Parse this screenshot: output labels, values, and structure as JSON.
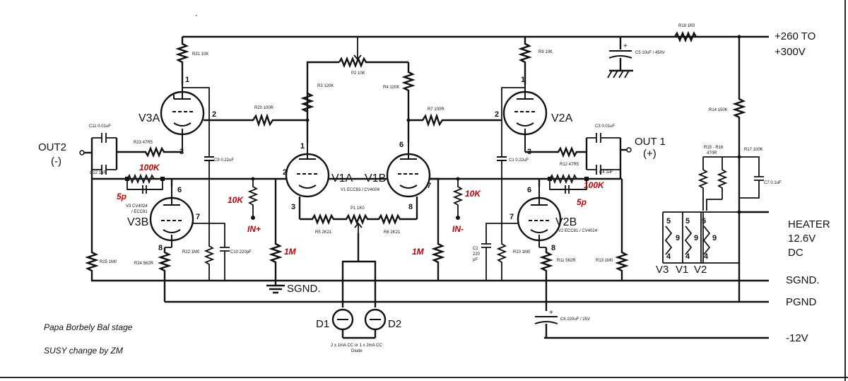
{
  "rails": {
    "hv": [
      "+260  TO",
      "+300V"
    ],
    "heater": [
      "HEATER",
      "12.6V",
      "DC"
    ],
    "sgnd": "SGND.",
    "pgnd": "PGND",
    "neg12": "-12V",
    "sgnd_local": "SGND."
  },
  "tubes": {
    "v3a": "V3A",
    "v3b": "V3B",
    "v1a": "V1A",
    "v1b": "V1B",
    "v2a": "V2A",
    "v2b": "V2B",
    "v3_note": [
      "V3 CV4024",
      "/ ECC81"
    ],
    "v1_note": "V1 ECC83 / CV4004",
    "v2_note": "V2 ECC81 / CV4024"
  },
  "pins": {
    "v3a_1": "1",
    "v3a_2": "2",
    "v3a_3": "3",
    "v3b_6": "6",
    "v3b_7": "7",
    "v3b_8": "8",
    "v1a_1": "1",
    "v1a_2": "2",
    "v1a_3": "3",
    "v1b_6": "6",
    "v1b_7": "7",
    "v1b_8": "8",
    "v2a_1": "1",
    "v2a_2": "2",
    "v2a_3": "3",
    "v2b_6": "6",
    "v2b_7": "7",
    "v2b_8": "8"
  },
  "components": {
    "r21": "R21 10K",
    "r20": "R20 100R",
    "r3": "R3 120K",
    "p2": "P2 10K",
    "r4": "R4 120K",
    "r7": "R7 100R",
    "r9": "R9 10K",
    "r18": "R18 1K0",
    "c5": "C5 10uF / 450V",
    "c11": "C11  0.01uF",
    "r23": "R23 47R5",
    "c12": "C12 1uF",
    "c9": "C9 0.22uF",
    "r25": "R25 1M0",
    "r24": "R24 562R",
    "r22": "R22 1M0",
    "c10": "C10 220pF",
    "r5": "R5 2K21",
    "p1": "P1 1K0",
    "r6": "R6 2K21",
    "c3": "C3 0.01uF",
    "r12": "R12 47R5",
    "c4": "C4 1uF",
    "c1": "C1 0.22uF",
    "c2": [
      "C2",
      "220",
      "pF"
    ],
    "r10": "R10 1M0",
    "r11": "R11 562R",
    "r13": "R13 1M0",
    "c6": "C6 220uF / 25V",
    "r14": "R14 150K",
    "r15_16": [
      "R15 - R16",
      "470R"
    ],
    "r17": "R17 100K",
    "c7": "C7 0.1uF",
    "diodes": [
      "2 x 1mA CC or 1 x 2mA CC",
      "Diode"
    ]
  },
  "io": {
    "out2": [
      "OUT2",
      "(-)"
    ],
    "out1": [
      "OUT 1",
      "(+)"
    ],
    "in_plus": "IN+",
    "in_minus": "IN-"
  },
  "red_labels": {
    "r100k_left": "100K",
    "c5p_left": "5p",
    "r10k_left": "10K",
    "r1m_left": "1M",
    "r10k_right": "10K",
    "r1m_right": "1M",
    "r100k_right": "100K",
    "c5p_right": "5p"
  },
  "diode_labels": {
    "d1": "D1",
    "d2": "D2"
  },
  "heater_tubes": [
    "V3",
    "V1",
    "V2"
  ],
  "heater_pins": {
    "top": [
      "5",
      "5",
      "5"
    ],
    "mid": [
      "9",
      "9",
      "9"
    ],
    "bottom": [
      "4",
      "4",
      "4"
    ]
  },
  "notes": [
    "Papa Borbely Bal stage",
    "SUSY change by ZM"
  ],
  "stray_mark": "`",
  "colors": {
    "wire": "#111111",
    "change_annotation": "#c00000",
    "background": "#ffffff"
  }
}
